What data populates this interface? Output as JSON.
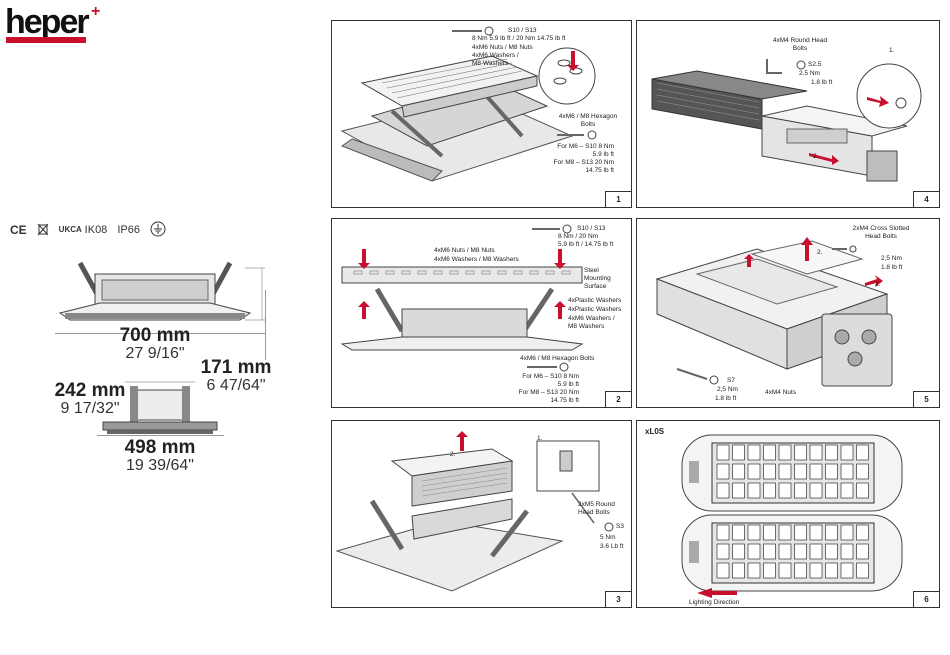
{
  "brand": {
    "name": "heper",
    "mark": "+",
    "accent": "#c8102e"
  },
  "certifications": [
    "CE",
    "UKCA",
    "IK08",
    "IP66"
  ],
  "dimensions": {
    "length": {
      "mm": "700 mm",
      "in": "27 9/16\""
    },
    "height": {
      "mm": "171 mm",
      "in": "6 47/64\""
    },
    "depth": {
      "mm": "242 mm",
      "in": "9 17/32\""
    },
    "width": {
      "mm": "498 mm",
      "in": "19 39/64\""
    }
  },
  "panels": {
    "p1": {
      "number": "1",
      "tool": "S10 / S13",
      "torque": "8 Nm 5.9 lb ft / 20 Nm 14.75 lb ft",
      "parts": [
        "4xM6 Nuts / M8 Nuts",
        "4xM6 Washers /",
        "M8 Washers"
      ],
      "bolts": [
        "4xM6 / M8 Hexagon",
        "Bolts"
      ],
      "spec": [
        "For M6 – S10 8 Nm",
        "5.9 lb ft",
        "For M8 – S13 20 Nm",
        "14.75 lb ft"
      ]
    },
    "p2": {
      "number": "2",
      "tool": "S10 / S13",
      "torque": [
        "8 Nm / 20 Nm",
        "5.9 lb ft / 14.75 lb ft"
      ],
      "parts": [
        "4xM6 Nuts / M8 Nuts",
        "4xM6 Washers / M8 Washers"
      ],
      "surface": [
        "Steel",
        "Mounting",
        "Surface"
      ],
      "washers": [
        "4xPlastic Washers",
        "4xPlastic Washers",
        "4xM6 Washers /",
        "M8 Washers"
      ],
      "bolts": "4xM6 / M8 Hexagon Bolts",
      "spec": [
        "For M6 – S10 8 Nm",
        "5.9 lb ft",
        "For M8 – S13 20 Nm",
        "14.75 lb ft"
      ]
    },
    "p3": {
      "number": "3",
      "step1": "1.",
      "step2": "2.",
      "bolts": [
        "2xM5 Round",
        "Head Bolts"
      ],
      "tool": "S3",
      "spec": [
        "5 Nm",
        "3.6 Lb ft"
      ]
    },
    "p4": {
      "number": "4",
      "bolts": [
        "4xM4 Round Head",
        "Bolts"
      ],
      "tool": "S2.5",
      "spec": [
        "2.5 Nm",
        "1.8 lb ft"
      ],
      "step1": "1.",
      "step2": "2."
    },
    "p5": {
      "number": "5",
      "bolts": [
        "2xM4 Cross Slotted",
        "Head Bolts"
      ],
      "spec": [
        "2,5 Nm",
        "1.8 lb ft"
      ],
      "step1": "1.",
      "step2": "2.",
      "tool": "S7",
      "tool_spec": [
        "2,5 Nm",
        "1.8 lb ft"
      ],
      "nuts": "4xM4 Nuts"
    },
    "p6": {
      "number": "6",
      "label": "xL0S",
      "direction": "Lighting Direction"
    }
  }
}
